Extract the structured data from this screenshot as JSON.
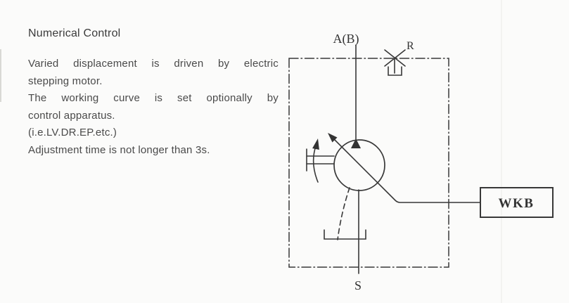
{
  "panel": {
    "heading": "Numerical Control",
    "lines": [
      "Varied displacement is driven by electric",
      "stepping motor.",
      "The working curve is set optionally by",
      "control apparatus.",
      "(i.e.LV.DR.EP.etc.)",
      "Adjustment time is not longer than 3s."
    ]
  },
  "diagram": {
    "labels": {
      "port_top": "A(B)",
      "port_drain": "R",
      "port_suction": "S",
      "controller": "WKB"
    },
    "colors": {
      "ink": "#383838",
      "background": "#fbfbfa",
      "faint_rule": "#d9d9d5"
    }
  }
}
